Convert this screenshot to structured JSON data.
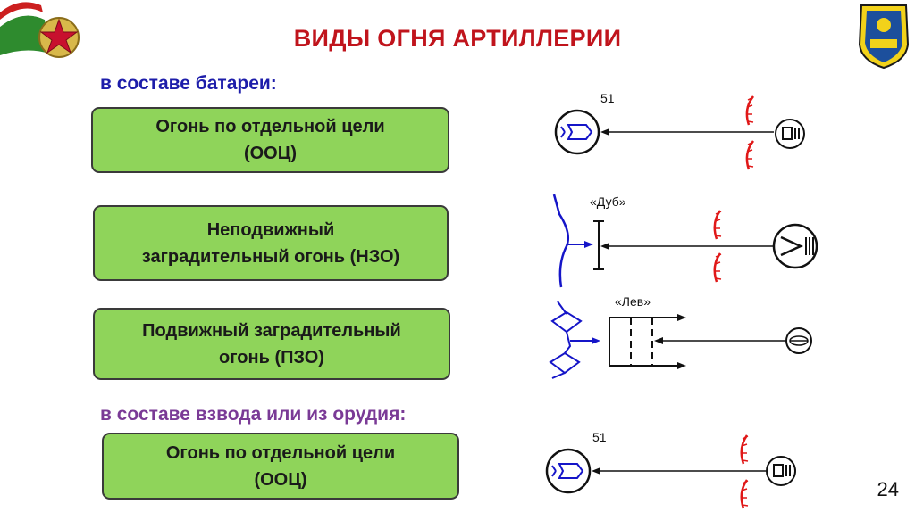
{
  "title": "ВИДЫ ОГНЯ АРТИЛЛЕРИИ",
  "sections": {
    "battery": "в составе батареи:",
    "platoon": "в составе взвода или из орудия:"
  },
  "boxes": [
    {
      "text": "Огонь по отдельной цели\n(ООЦ)"
    },
    {
      "text": "Неподвижный\nзаградительный огонь (НЗО)"
    },
    {
      "text": "Подвижный заградительный\nогонь (ПЗО)"
    },
    {
      "text": "Огонь по отдельной цели\n(ООЦ)"
    }
  ],
  "diagram_labels": {
    "d1": "51",
    "d2": "«Дуб»",
    "d3": "«Лев»",
    "d4": "51"
  },
  "page_number": "24",
  "colors": {
    "title": "#c0141c",
    "section_battery": "#1d1daa",
    "section_platoon": "#7a3a96",
    "box_fill": "#8fd45a",
    "symbol_blue": "#1515c8",
    "symbol_red": "#e01818"
  },
  "icons": {
    "emblem": "red-star-emblem-icon",
    "logo": "university-shield-logo-icon"
  }
}
